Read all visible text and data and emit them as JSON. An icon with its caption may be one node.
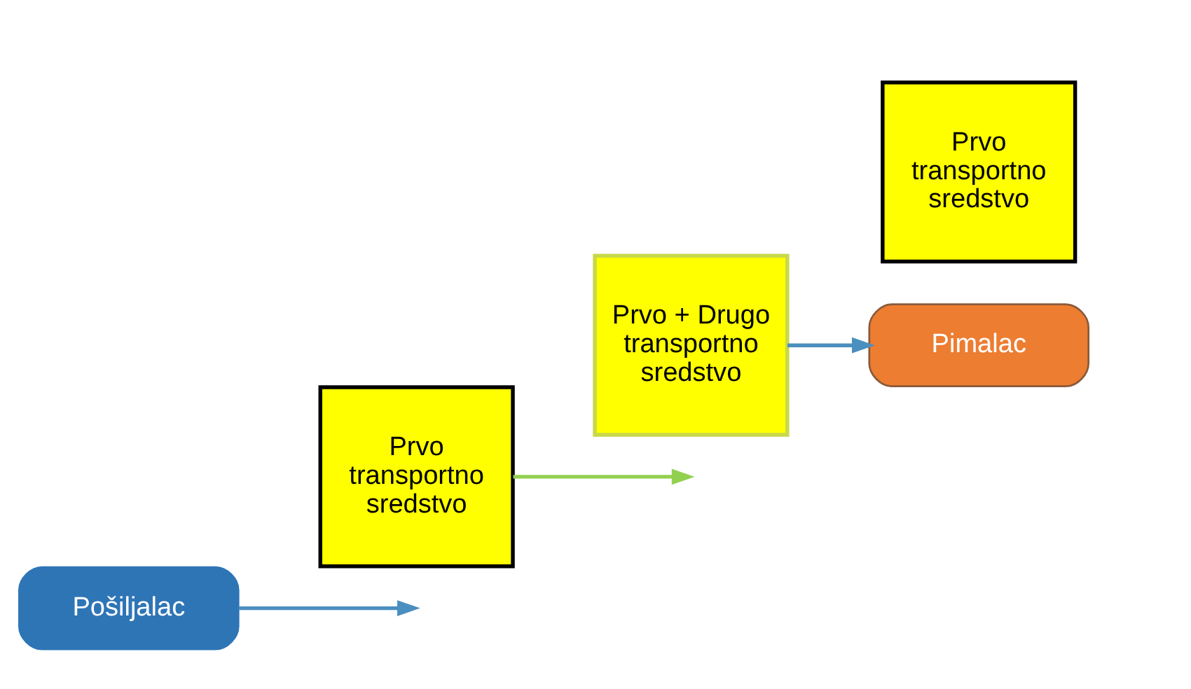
{
  "diagram": {
    "nodes": [
      {
        "text": [
          "Pošiljalac"
        ]
      },
      {
        "text": [
          "Prvo transportno sredstvo"
        ]
      },
      {
        "text": [
          "Prvo + Drugo transportno sredstvo"
        ]
      },
      {
        "text": [
          "Prvo transportno sredstvo"
        ]
      },
      {
        "text": [
          "Pimalac"
        ]
      }
    ],
    "edges": [
      {
        "from": 0,
        "to": null,
        "arrow": "to"
      },
      {
        "from": 1,
        "to": null,
        "arrow": "to",
        "color": "#92d050"
      },
      {
        "from": 2,
        "to": 4,
        "arrow": "to"
      }
    ]
  }
}
